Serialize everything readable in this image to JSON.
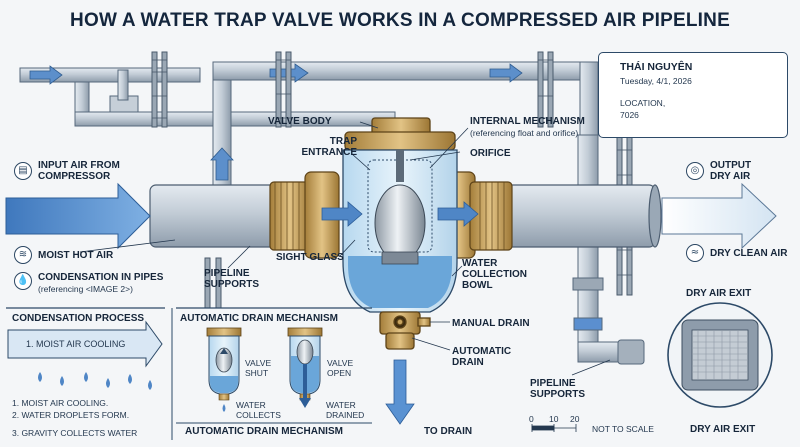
{
  "title": "HOW A WATER TRAP VALVE WORKS IN A COMPRESSED AIR PIPELINE",
  "location_card": {
    "place": "THÁI NGUYÊN",
    "date": "Tuesday, 4/1, 2026",
    "location_label": "LOCATION,",
    "code": "7026"
  },
  "labels": {
    "input_air": "INPUT AIR FROM COMPRESSOR",
    "moist_hot_air": "MOIST HOT AIR",
    "condensation_pipes": "CONDENSATION IN PIPES",
    "condensation_ref": "(referencing <IMAGE 2>)",
    "pipeline_supports_left": "PIPELINE SUPPORTS",
    "sight_glass": "SIGHT GLASS",
    "valve_body": "VALVE BODY",
    "trap_entrance": "TRAP ENTRANCE",
    "internal_mechanism": "INTERNAL MECHANISM",
    "internal_ref": "(referencing float and orifice)",
    "orifice": "ORIFICE",
    "water_collection_bowl": "WATER COLLECTION BOWL",
    "manual_drain": "MANUAL DRAIN",
    "automatic_drain": "AUTOMATIC DRAIN",
    "to_drain": "TO DRAIN",
    "output_dry_air": "OUTPUT DRY AIR",
    "dry_clean_air": "DRY CLEAN AIR",
    "dry_air_exit_top": "DRY AIR EXIT",
    "dry_air_exit_bottom": "DRY AIR EXIT",
    "pipeline_supports_right": "PIPELINE SUPPORTS",
    "not_to_scale": "NOT TO SCALE",
    "scale_0": "0",
    "scale_10": "10",
    "scale_20": "20"
  },
  "condensation_panel": {
    "heading": "CONDENSATION PROCESS",
    "arrow_text": "1. MOIST AIR COOLING",
    "steps": [
      "1. MOIST AIR COOLING.",
      "2. WATER DROPLETS FORM.",
      "3. GRAVITY COLLECTS WATER"
    ]
  },
  "auto_panel": {
    "heading": "AUTOMATIC DRAIN MECHANISM",
    "footer": "AUTOMATIC DRAIN MECHANISM",
    "valve_shut": "VALVE SHUT",
    "valve_open": "VALVE OPEN",
    "water_collects": "WATER COLLECTS",
    "water_drained": "WATER DRAINED"
  },
  "colors": {
    "pipe": "#b9c4cf",
    "brass": "#c9a560",
    "glass": "#cfe6f5",
    "water": "#5f9fd6",
    "arrow": "#4f86c6",
    "outline": "#2d4a68"
  },
  "icons": [
    "compressor-icon",
    "moist-air-icon",
    "droplet-icon",
    "output-icon",
    "wind-icon",
    "map-pin-icon"
  ]
}
